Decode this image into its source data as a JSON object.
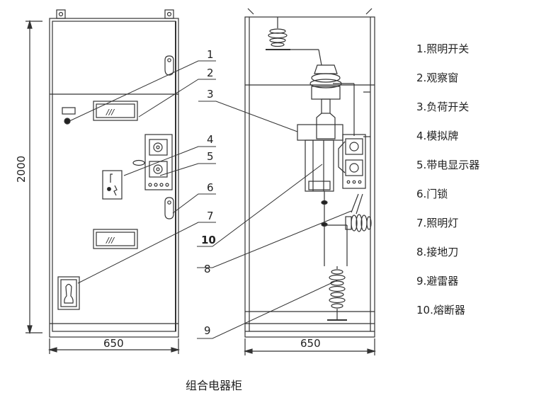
{
  "dimensions": {
    "height": "2000",
    "front_width": "650",
    "side_width": "650"
  },
  "callouts": [
    "1",
    "2",
    "3",
    "4",
    "5",
    "6",
    "7",
    "10",
    "8",
    "9"
  ],
  "legend": [
    "1.照明开关",
    "2.观察窗",
    "3.负荷开关",
    "4.模拟牌",
    "5.带电显示器",
    "6.门锁",
    "7.照明灯",
    "8.接地刀",
    "9.避雷器",
    "10.熔断器"
  ],
  "window_marks": [
    "///",
    "///"
  ],
  "caption": "组合电器柜"
}
